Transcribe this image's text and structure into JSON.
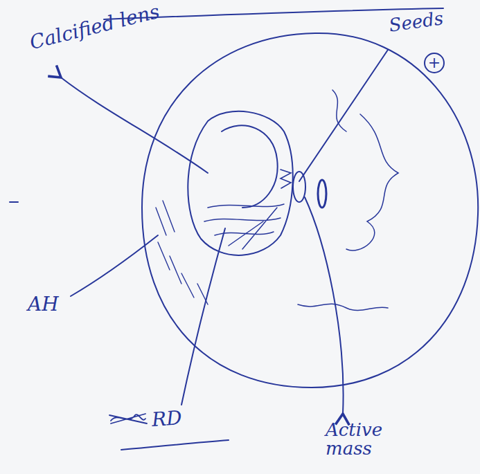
{
  "diagram": {
    "labels": [
      "Calcified lens",
      "Seeds",
      "+",
      "AH",
      "RD",
      "Active mass"
    ]
  }
}
